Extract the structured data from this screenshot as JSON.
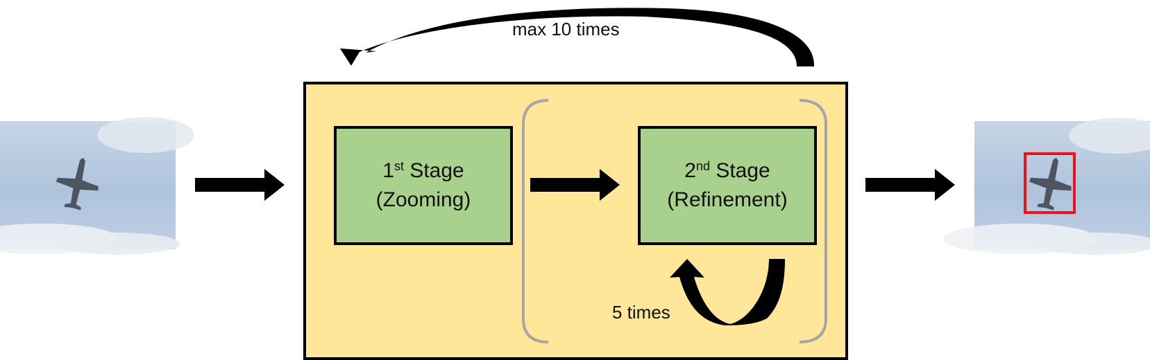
{
  "loop_outer": {
    "label": "max 10 times"
  },
  "loop_inner": {
    "label": "5 times"
  },
  "stage1": {
    "number": "1",
    "suffix": "st",
    "word": "Stage",
    "subtitle": "(Zooming)"
  },
  "stage2": {
    "number": "2",
    "suffix": "nd",
    "word": "Stage",
    "subtitle": "(Refinement)"
  },
  "colors": {
    "container_fill": "#ffe699",
    "stage_fill": "#a9d18e",
    "bracket": "#a6a6a6",
    "detection_box": "#e8141b",
    "sky": "#b7c9df",
    "aircraft": "#4d5560"
  },
  "icons": {
    "input_image": "aircraft-photo",
    "output_image": "aircraft-photo-with-detection-box"
  }
}
